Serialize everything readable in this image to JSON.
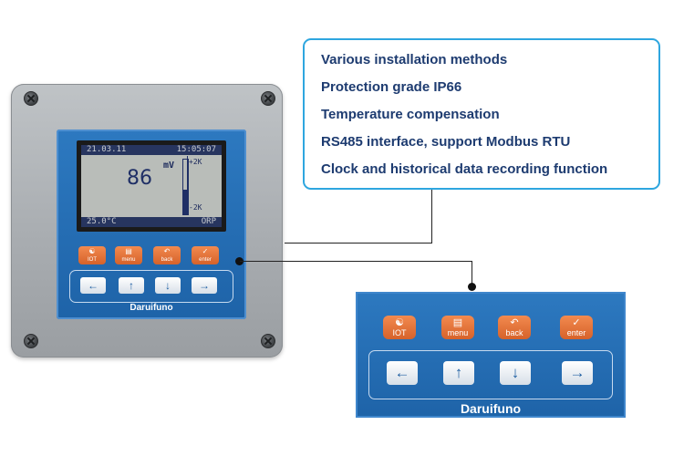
{
  "features": [
    "Various installation methods",
    "Protection grade IP66",
    "Temperature compensation",
    "RS485 interface, support Modbus RTU",
    "Clock and historical data recording function"
  ],
  "lcd": {
    "date": "21.03.11",
    "time": "15:05:07",
    "value": "86",
    "unit": "mV",
    "range_high": "+2K",
    "range_low": "-2K",
    "temperature": "25.0°C",
    "mode": "ORP",
    "bar_level": 0.45
  },
  "buttons": {
    "iot": "IOT",
    "menu": "menu",
    "back": "back",
    "enter": "enter"
  },
  "icons": {
    "iot": "iot-icon",
    "menu": "menu-icon",
    "back": "back-icon",
    "enter": "enter-icon",
    "left": "arrow-left-icon",
    "up": "arrow-up-icon",
    "down": "arrow-down-icon",
    "right": "arrow-right-icon"
  },
  "brand": "Daruifuno",
  "colors": {
    "panel_blue": "#1e63a8",
    "button_orange": "#e8743a",
    "callout_border": "#2ea6df",
    "feature_text": "#1d3b70"
  }
}
